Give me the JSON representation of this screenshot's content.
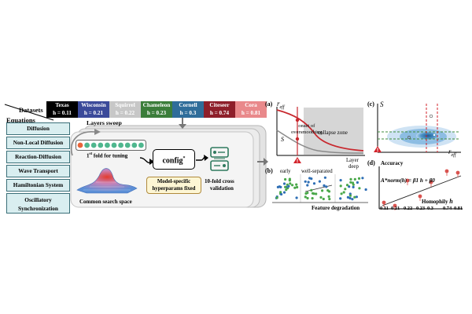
{
  "datasets_label": "Datasets",
  "equations_label": "Equations",
  "datasets": [
    {
      "name": "Texas",
      "h": "h = 0.11",
      "color": "#000000"
    },
    {
      "name": "Wisconsin",
      "h": "h = 0.21",
      "color": "#3b4a9a"
    },
    {
      "name": "Squirrel",
      "h": "h = 0.22",
      "color": "#c7c7c7"
    },
    {
      "name": "Chameleon",
      "h": "h = 0.23",
      "color": "#3b7d3a"
    },
    {
      "name": "Cornell",
      "h": "h = 0.3",
      "color": "#2f6d9a"
    },
    {
      "name": "Citeseer",
      "h": "h = 0.74",
      "color": "#8e1f2a"
    },
    {
      "name": "Cora",
      "h": "h = 0.81",
      "color": "#e9898b"
    }
  ],
  "equations": [
    "Diffusion",
    "Non-Local Diffusion",
    "Reaction-Diffusion",
    "Wave Transport",
    "Hamiltonian System",
    "Oscillatory Synchronization"
  ],
  "pipeline": {
    "layers_sweep": "Layers sweep",
    "fold_label": "1st fold for tuning",
    "fold_super": "st",
    "search_space": "Common search space",
    "config": "config",
    "config_super": "*",
    "fixed_line1": "Model-specific",
    "fixed_line2": "hyperparams fixed",
    "cv_line1": "10-fold cross",
    "cv_line2": "validation"
  },
  "panel_a": {
    "tag": "(a)",
    "y_label": "r",
    "y_sub": "eff",
    "s_label": "S",
    "onset_1": "onset of",
    "onset_2": "oversmoothing",
    "collapse": "collapse zone",
    "x_label_1": "Layer",
    "x_label_2": "deep"
  },
  "panel_b": {
    "tag": "(b)",
    "early": "early",
    "well": "well-separated",
    "x_label": "Feature degradation"
  },
  "panel_c": {
    "tag": "(c)",
    "y_label": "S",
    "x_label": "r",
    "x_sub": "eff"
  },
  "panel_d": {
    "tag": "(d)",
    "y_label": "Accuracy",
    "formula": "A*norm(h) = β1 h + β0",
    "x_label": "Homophily",
    "x_var": "h",
    "ticks": [
      "0.11",
      "0.21",
      "0.22",
      "0.23",
      "0.3",
      "0.74",
      "0.81"
    ]
  },
  "colors": {
    "accent_red": "#d3222a",
    "teal": "#3a8a76",
    "box_fill": "#d9eef0",
    "blue_density": "#2f7db5"
  }
}
